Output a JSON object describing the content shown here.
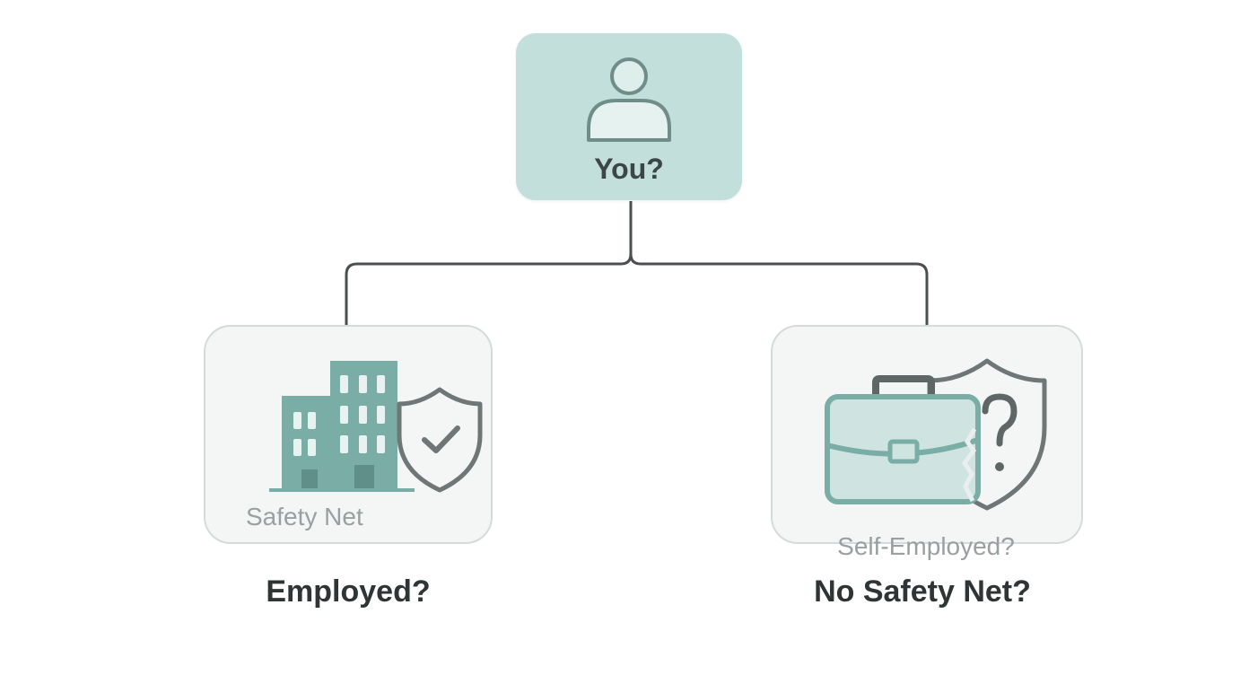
{
  "diagram": {
    "root": {
      "label": "You?",
      "icon": "person-icon"
    },
    "branches": [
      {
        "inner_label": "Safety Net",
        "caption": "Employed?",
        "icons": [
          "office-building-icon",
          "shield-check-icon"
        ]
      },
      {
        "inner_label": "Self-Employed?",
        "caption": "No Safety Net?",
        "icons": [
          "briefcase-icon",
          "shield-question-icon"
        ]
      }
    ]
  },
  "colors": {
    "root_fill": "#c2dfdb",
    "icon_teal": "#79ada5",
    "icon_outline": "#6f7676",
    "connector": "#4a4f4f",
    "card_fill": "#f4f6f6",
    "card_border": "#d5dada"
  }
}
